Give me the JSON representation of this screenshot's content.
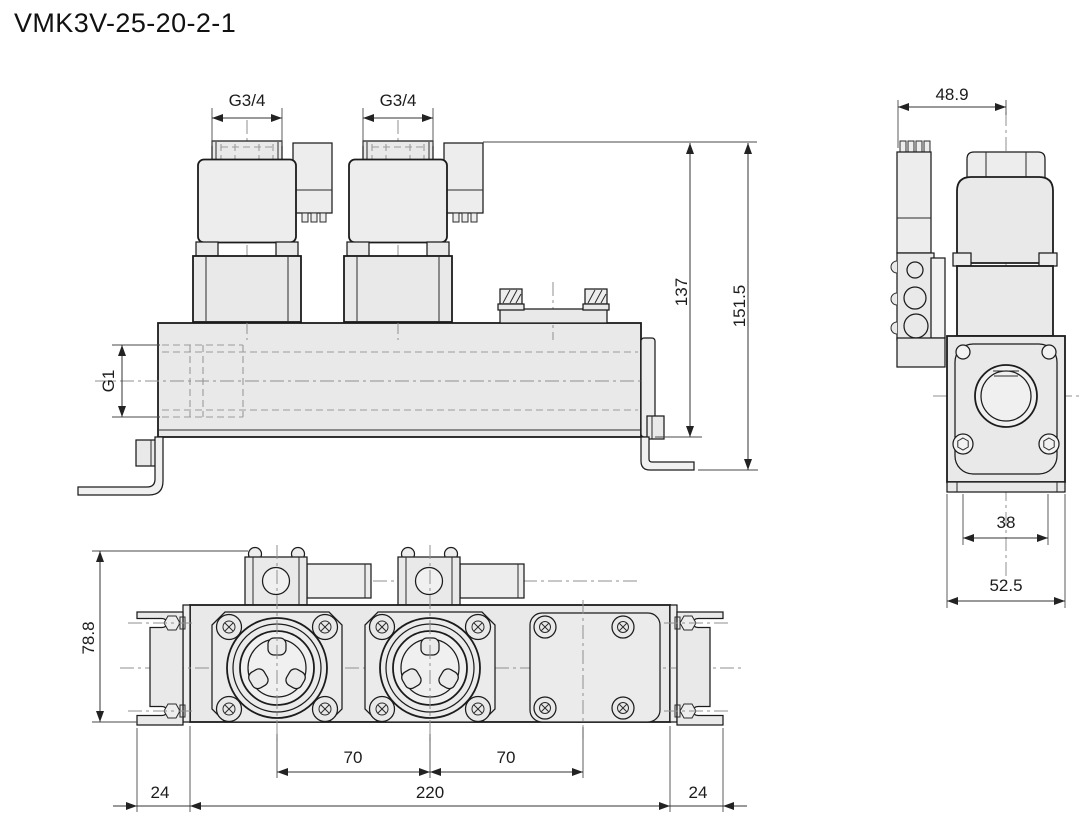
{
  "title": "VMK3V-25-20-2-1",
  "drawing": {
    "front_view": {
      "port_label_1": "G3/4",
      "port_label_2": "G3/4",
      "side_port_label": "G1",
      "dim_height_body": "137",
      "dim_height_total": "151.5"
    },
    "side_view": {
      "dim_coil_offset": "48.9",
      "dim_bolt_spacing": "38",
      "dim_body_width": "52.5"
    },
    "top_view": {
      "dim_total_depth": "78.8",
      "dim_pitch_1": "70",
      "dim_pitch_2": "70",
      "dim_end_left": "24",
      "dim_length": "220",
      "dim_end_right": "24"
    }
  },
  "colors": {
    "line": "#1c1c1c",
    "body_fill": "#e9e9e9",
    "hidden_line": "#9a9a9a",
    "background": "#ffffff"
  }
}
